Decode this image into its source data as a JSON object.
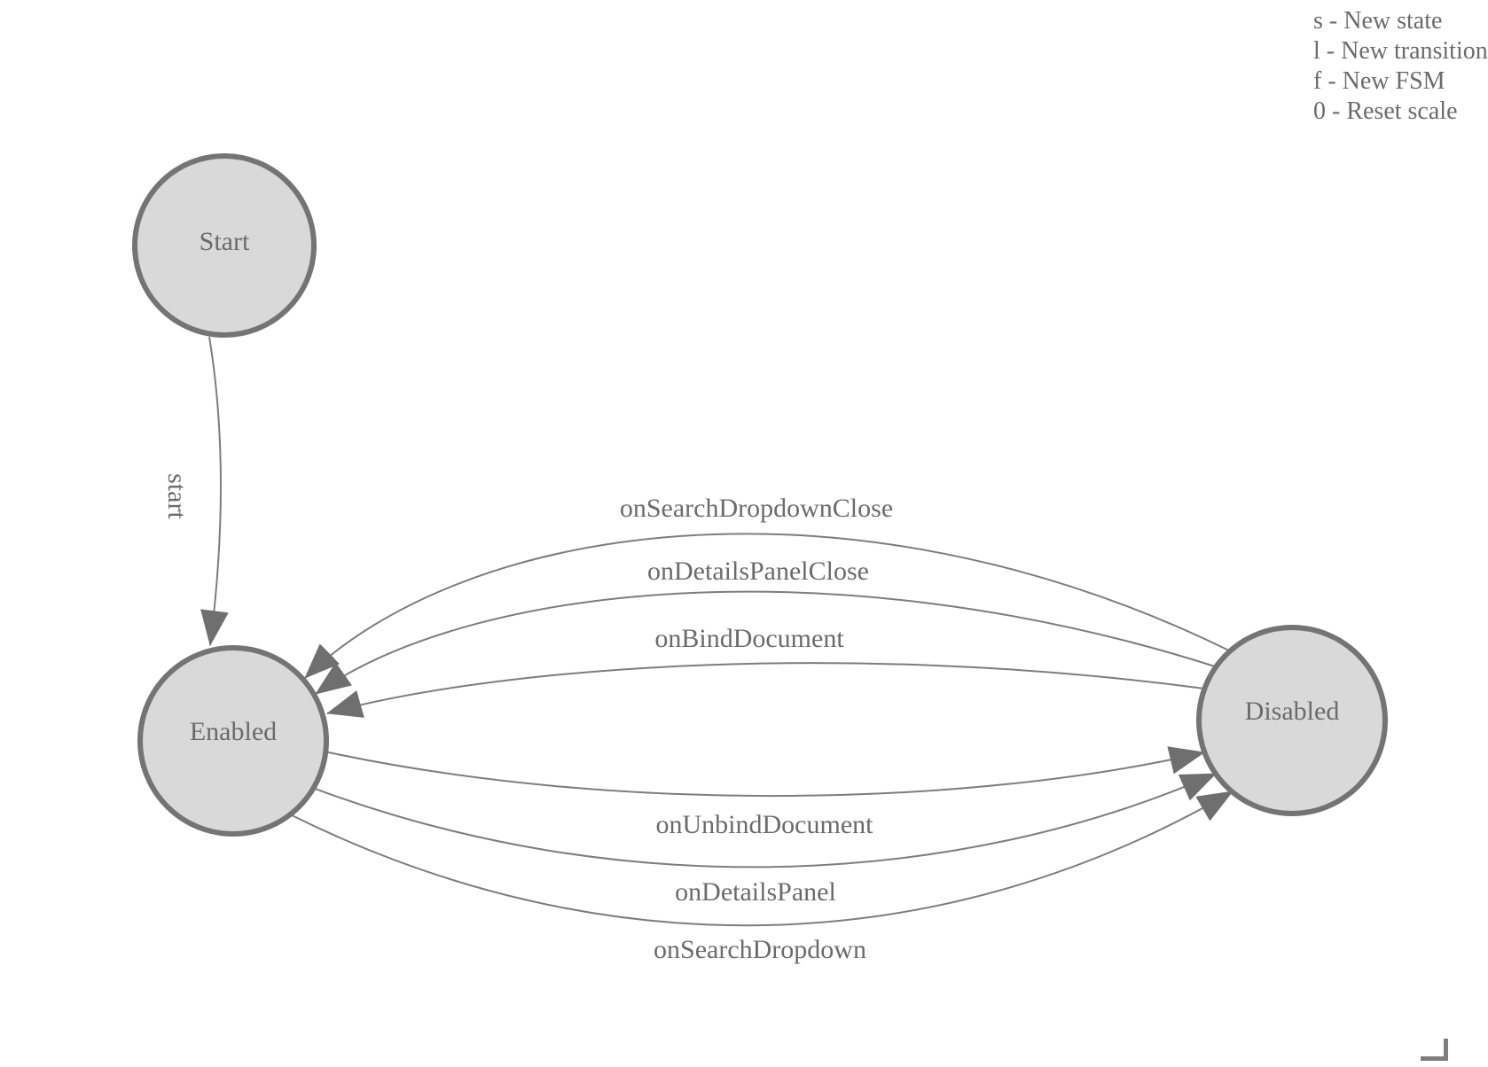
{
  "shortcuts": {
    "items": [
      {
        "label": "s - New state"
      },
      {
        "label": "l - New transition"
      },
      {
        "label": "f - New FSM"
      },
      {
        "label": "0 - Reset scale"
      }
    ]
  },
  "states": [
    {
      "label": "Start"
    },
    {
      "label": "Enabled"
    },
    {
      "label": "Disabled"
    }
  ],
  "transitions": [
    {
      "label": "start",
      "from": "Start",
      "to": "Enabled"
    },
    {
      "label": "onSearchDropdownClose",
      "from": "Disabled",
      "to": "Enabled"
    },
    {
      "label": "onDetailsPanelClose",
      "from": "Disabled",
      "to": "Enabled"
    },
    {
      "label": "onBindDocument",
      "from": "Disabled",
      "to": "Enabled"
    },
    {
      "label": "onUnbindDocument",
      "from": "Enabled",
      "to": "Disabled"
    },
    {
      "label": "onDetailsPanel",
      "from": "Enabled",
      "to": "Disabled"
    },
    {
      "label": "onSearchDropdown",
      "from": "Enabled",
      "to": "Disabled"
    }
  ],
  "colors": {
    "state-fill": "#d9d9d9",
    "state-stroke": "#747474",
    "edge-color": "#7d7d7d",
    "arrow-color": "#6f6f6f",
    "label-color": "#6b6b6b",
    "hint-color": "#6b6b6b"
  }
}
